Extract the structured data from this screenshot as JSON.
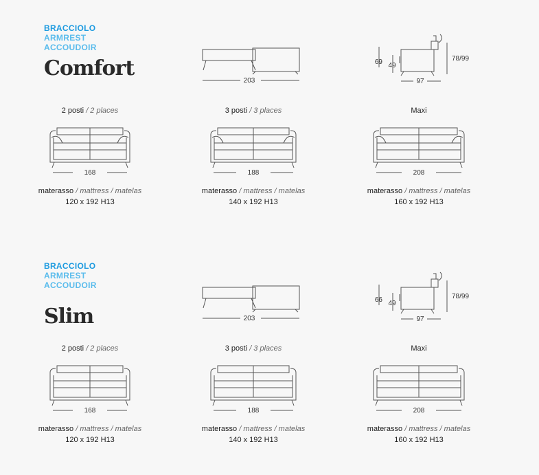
{
  "colors": {
    "armrest_primary": "#1e9be0",
    "armrest_secondary": "#5bbcec",
    "line": "#555555"
  },
  "sections": [
    {
      "armrest": [
        "BRACCIOLO",
        "ARMREST",
        "ACCOUDOIR"
      ],
      "model": "Comfort",
      "bed_length": "203",
      "side": {
        "height": "69",
        "seat": "49",
        "back": "78/99",
        "depth": "97"
      },
      "sofas": [
        {
          "name": "2 posti",
          "name_alt": "/ 2 places",
          "width": "168",
          "mattress_label": "materasso",
          "mattress_alt": "/ mattress / matelas",
          "mattress_size": "120 x 192 H13"
        },
        {
          "name": "3 posti",
          "name_alt": "/ 3 places",
          "width": "188",
          "mattress_label": "materasso",
          "mattress_alt": "/ mattress / matelas",
          "mattress_size": "140 x 192 H13"
        },
        {
          "name": "Maxi",
          "name_alt": "",
          "width": "208",
          "mattress_label": "materasso",
          "mattress_alt": "/ mattress / matelas",
          "mattress_size": "160 x 192 H13"
        }
      ]
    },
    {
      "armrest": [
        "BRACCIOLO",
        "ARMREST",
        "ACCOUDOIR"
      ],
      "model": "Slim",
      "bed_length": "203",
      "side": {
        "height": "66",
        "seat": "49",
        "back": "78/99",
        "depth": "97"
      },
      "sofas": [
        {
          "name": "2 posti",
          "name_alt": "/ 2 places",
          "width": "168",
          "mattress_label": "materasso",
          "mattress_alt": "/ mattress / matelas",
          "mattress_size": "120 x 192 H13"
        },
        {
          "name": "3 posti",
          "name_alt": "/ 3 places",
          "width": "188",
          "mattress_label": "materasso",
          "mattress_alt": "/ mattress / matelas",
          "mattress_size": "140 x 192 H13"
        },
        {
          "name": "Maxi",
          "name_alt": "",
          "width": "208",
          "mattress_label": "materasso",
          "mattress_alt": "/ mattress / matelas",
          "mattress_size": "160 x 192 H13"
        }
      ]
    }
  ]
}
